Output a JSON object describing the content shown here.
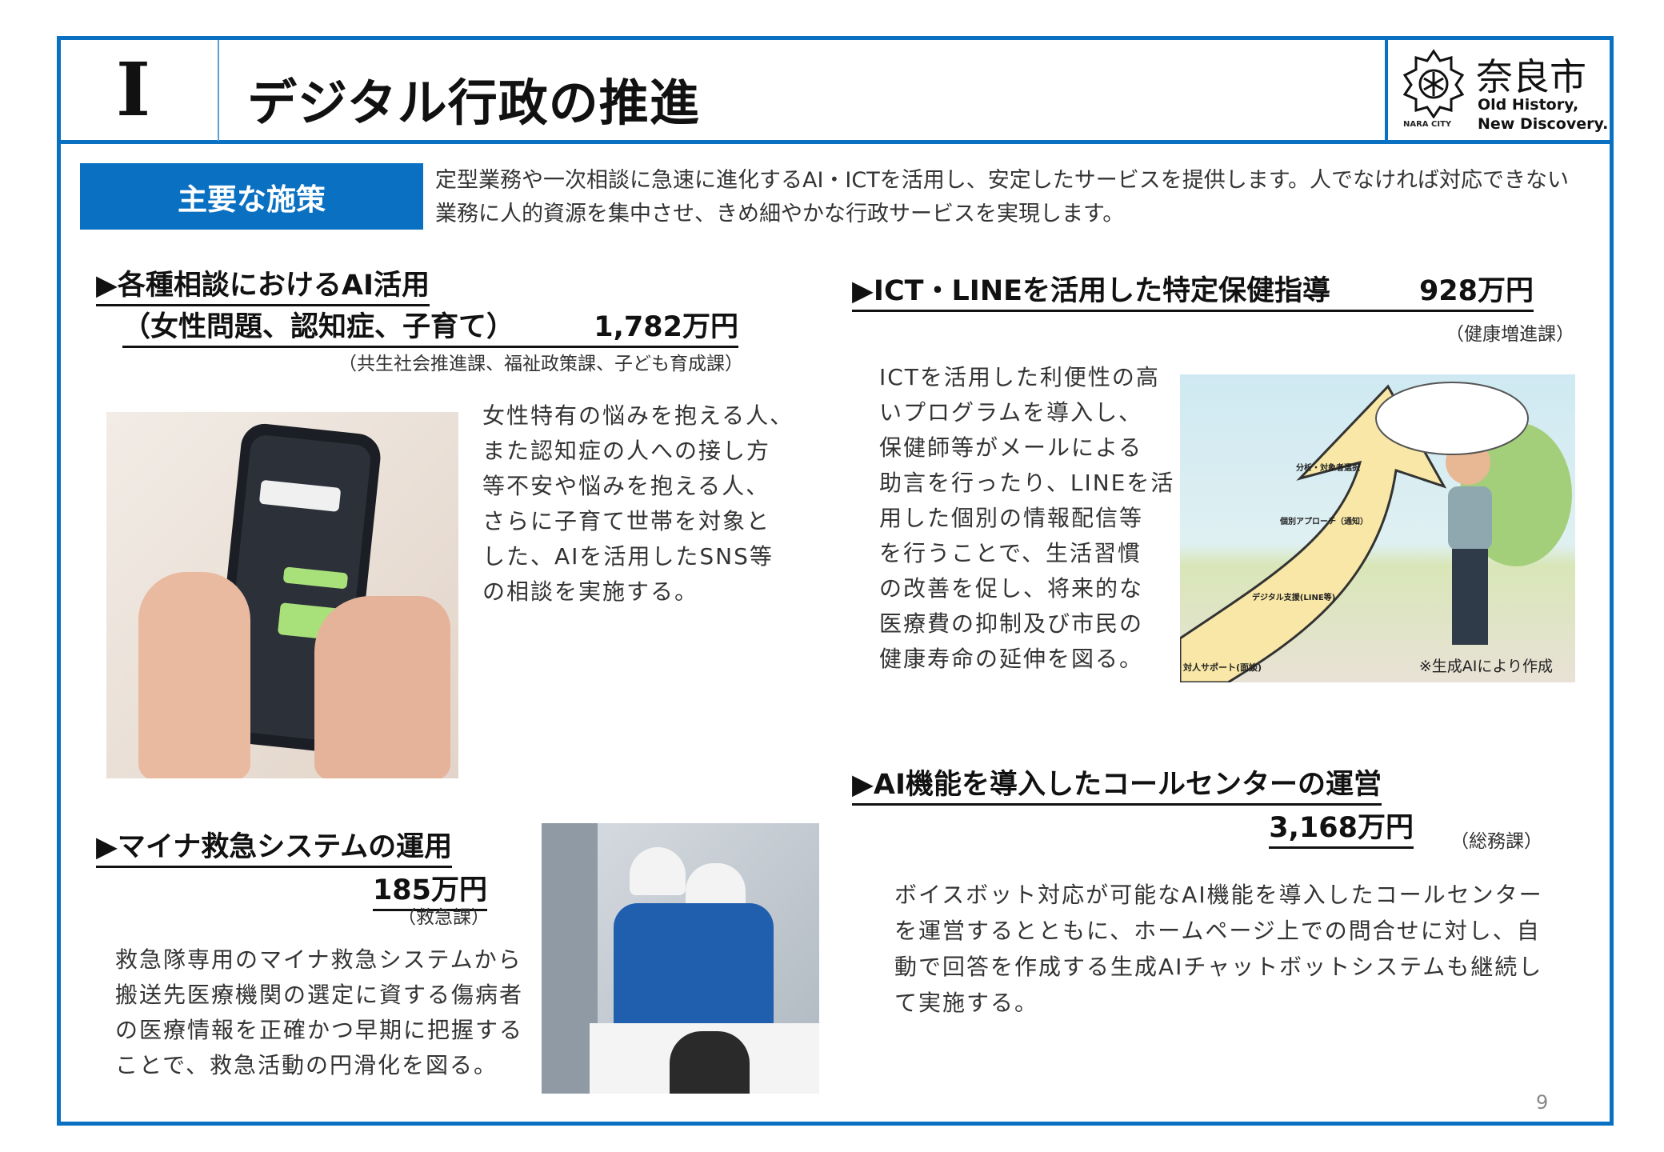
{
  "header": {
    "section_number": "I",
    "title": "デジタル行政の推進",
    "logo": {
      "name": "奈良市",
      "slogan_1": "Old History,",
      "slogan_2": "New Discovery.",
      "city_en": "NARA CITY"
    }
  },
  "policy": {
    "label": "主要な施策",
    "description": "定型業務や一次相談に急速に進化するAI・ICTを活用し、安定したサービスを提供します。人でなければ対応できない業務に人的資源を集中させ、きめ細やかな行政サービスを実現します。"
  },
  "items": [
    {
      "heading": "▶各種相談におけるAI活用",
      "subheading": "（女性問題、認知症、子育て）",
      "amount": "1,782万円",
      "dept": "（共生社会推進課、福祉政策課、子ども育成課）",
      "lines": [
        "女性特有の悩みを抱える人、",
        "また認知症の人への接し方",
        "等不安や悩みを抱える人、",
        "さらに子育て世帯を対象と",
        "した、AIを活用したSNS等",
        "の相談を実施する。"
      ]
    },
    {
      "heading": "▶ICT・LINEを活用した特定保健指導",
      "amount": "928万円",
      "dept": "（健康増進課）",
      "lines": [
        "ICTを活用した利便性の高",
        "いプログラムを導入し、",
        "保健師等がメールによる",
        "助言を行ったり、LINEを活",
        "用した個別の情報配信等",
        "を行うことで、生活習慣",
        "の改善を促し、将来的な",
        "医療費の抑制及び市民の",
        "健康寿命の延伸を図る。"
      ],
      "image_caption": "※生成AIにより作成",
      "image_labels": [
        "分析・対象者選択",
        "個別アプローチ（通知）",
        "デジタル支援(LINE等)",
        "対人サポート(面談)"
      ]
    },
    {
      "heading": "▶AI機能を導入したコールセンターの運営",
      "amount": "3,168万円",
      "dept": "（総務課）",
      "lines": [
        "ボイスボット対応が可能なAI機能を導入したコールセンター",
        "を運営するとともに、ホームページ上での問合せに対し、自",
        "動で回答を作成する生成AIチャットボットシステムも継続し",
        "て実施する。"
      ]
    },
    {
      "heading": "▶マイナ救急システムの運用",
      "amount": "185万円",
      "dept": "（救急課）",
      "lines": [
        "救急隊専用のマイナ救急システムから",
        "搬送先医療機関の選定に資する傷病者",
        "の医療情報を正確かつ早期に把握する",
        "ことで、救急活動の円滑化を図る。"
      ]
    }
  ],
  "page_number": "9",
  "colors": {
    "accent": "#0a70c2"
  }
}
